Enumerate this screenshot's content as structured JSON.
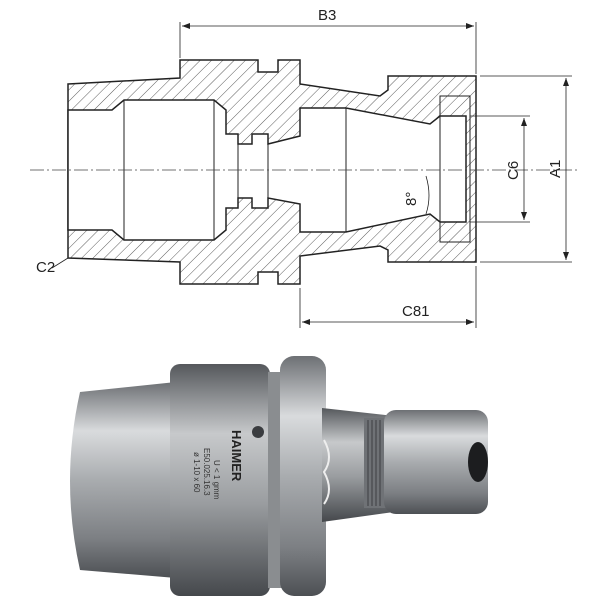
{
  "drawing": {
    "dimensions": {
      "b3": "B3",
      "a1": "A1",
      "c6": "C6",
      "c81": "C81",
      "c2": "C2",
      "angle": "8°"
    }
  },
  "photo": {
    "engraving": {
      "brand": "HAIMER",
      "balance": "U < 1 gmm",
      "part_number": "E50.025.16.3",
      "range": "ø 1-10 x 60"
    }
  }
}
